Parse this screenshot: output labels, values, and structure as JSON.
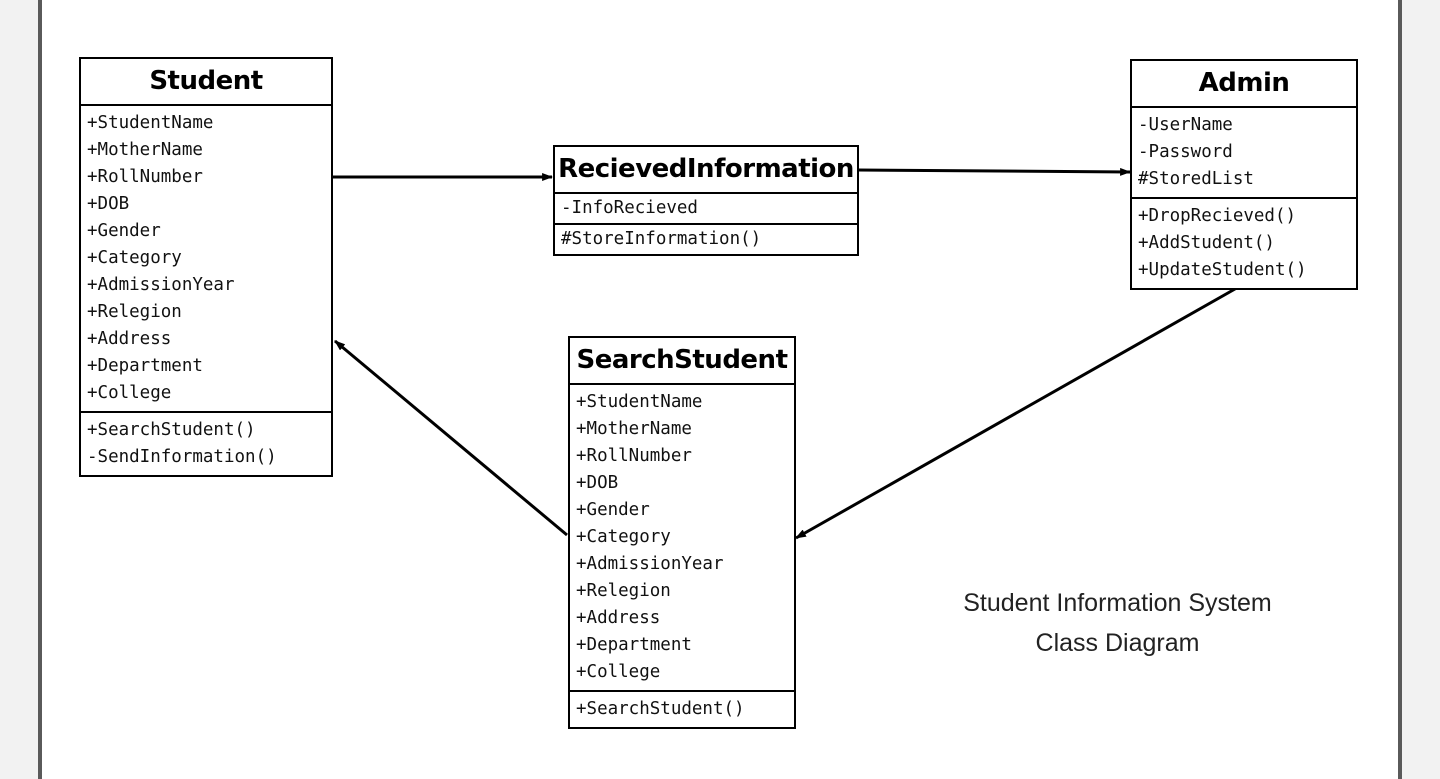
{
  "diagram": {
    "classes": [
      {
        "id": "student",
        "name": "Student",
        "attributes": [
          "+StudentName",
          "+MotherName",
          "+RollNumber",
          "+DOB",
          "+Gender",
          "+Category",
          "+AdmissionYear",
          "+Relegion",
          "+Address",
          "+Department",
          "+College"
        ],
        "methods": [
          "+SearchStudent()",
          "-SendInformation()"
        ]
      },
      {
        "id": "recieved-information",
        "name": "RecievedInformation",
        "attributes": [
          "-InfoRecieved"
        ],
        "methods": [
          "#StoreInformation()"
        ]
      },
      {
        "id": "admin",
        "name": "Admin",
        "attributes": [
          "-UserName",
          "-Password",
          "#StoredList"
        ],
        "methods": [
          "+DropRecieved()",
          "+AddStudent()",
          "+UpdateStudent()"
        ]
      },
      {
        "id": "search-student",
        "name": "SearchStudent",
        "attributes": [
          "+StudentName",
          "+MotherName",
          "+RollNumber",
          "+DOB",
          "+Gender",
          "+Category",
          "+AdmissionYear",
          "+Relegion",
          "+Address",
          "+Department",
          "+College"
        ],
        "methods": [
          "+SearchStudent()"
        ]
      }
    ],
    "associations": [
      {
        "from": "student",
        "to": "recieved-information"
      },
      {
        "from": "recieved-information",
        "to": "admin"
      },
      {
        "from": "admin",
        "to": "search-student"
      },
      {
        "from": "search-student",
        "to": "student"
      }
    ],
    "caption": {
      "line1": "Student Information System",
      "line2": "Class Diagram"
    }
  }
}
